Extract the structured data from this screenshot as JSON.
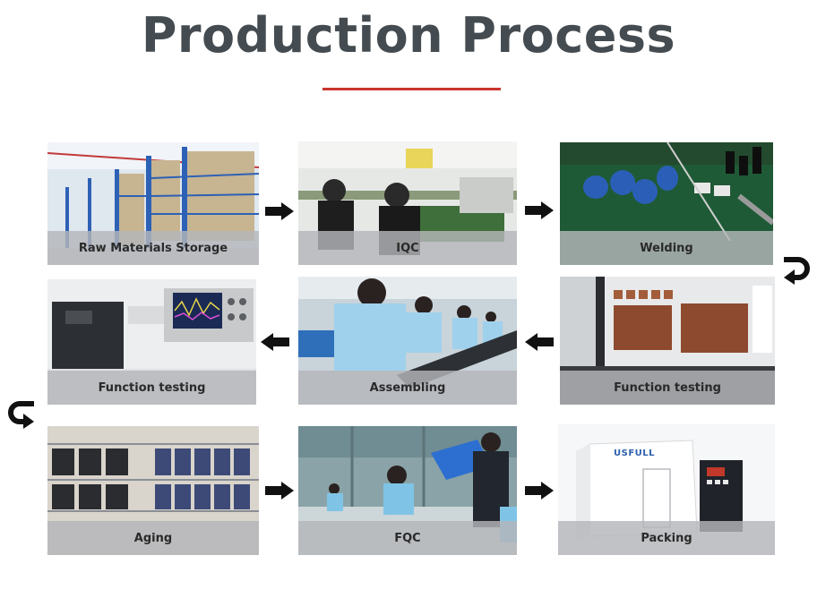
{
  "title": "Production Process",
  "colors": {
    "title": "#454c51",
    "accent": "#c9362f",
    "arrow": "#111111",
    "caption_bg": "#b4b6b9"
  },
  "steps": [
    {
      "label": "Raw Materials Storage"
    },
    {
      "label": "IQC"
    },
    {
      "label": "Welding"
    },
    {
      "label": "Function testing"
    },
    {
      "label": "Assembling"
    },
    {
      "label": "Function testing"
    },
    {
      "label": "Aging"
    },
    {
      "label": "FQC"
    },
    {
      "label": "Packing"
    }
  ],
  "packing_brand": "USFULL"
}
